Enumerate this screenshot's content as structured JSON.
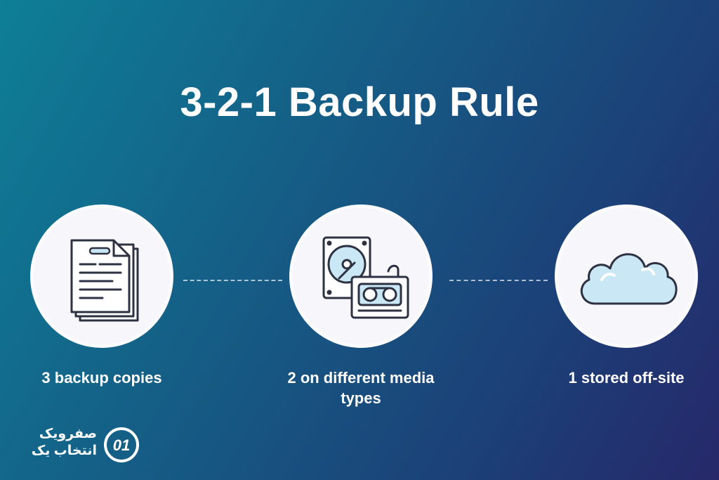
{
  "title": "3-2-1 Backup Rule",
  "steps": [
    {
      "label": "3 backup copies",
      "icon": "documents-icon"
    },
    {
      "label": "2 on different media types",
      "icon": "hard-drive-and-tape-icon"
    },
    {
      "label": "1 stored off-site",
      "icon": "cloud-icon"
    }
  ],
  "brand": {
    "line1": "صفرویک",
    "line2": "انتخاب یک",
    "mark_text": "01",
    "logo_icon": "brand-logo-icon"
  },
  "colors": {
    "background_start": "#0e7f96",
    "background_end": "#26286a",
    "circle_fill": "#f7f7fb",
    "icon_accent": "#c9e7f4",
    "icon_stroke": "#2d3142"
  }
}
